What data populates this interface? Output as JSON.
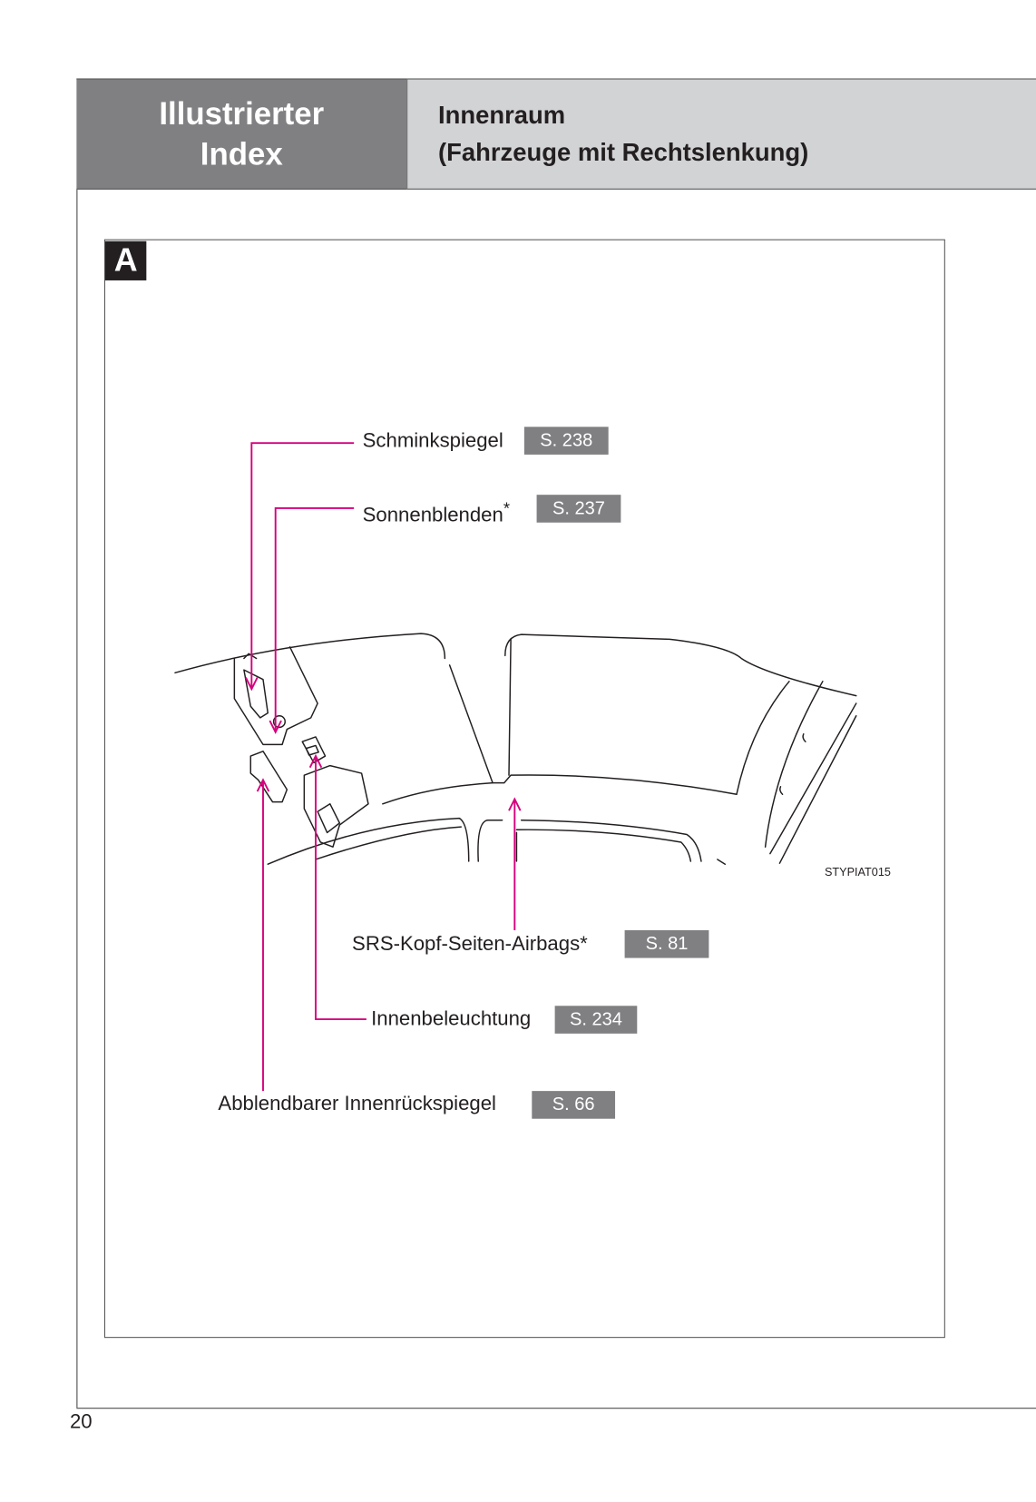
{
  "header": {
    "section_title_line1": "Illustrierter",
    "section_title_line2": "Index",
    "page_title_line1": "Innenraum",
    "page_title_line2": "(Fahrzeuge mit Rechtslenkung)"
  },
  "figure": {
    "section_label": "A",
    "image_code": "STYPIAT015",
    "callouts": [
      {
        "label": "Schminkspiegel",
        "page": "S. 238"
      },
      {
        "label": "Sonnenblenden",
        "asterisk": "*",
        "page": "S. 237"
      },
      {
        "label": "SRS-Kopf-Seiten-Airbags",
        "asterisk": "*",
        "page": "S. 81"
      },
      {
        "label": "Innenbeleuchtung",
        "page": "S. 234"
      },
      {
        "label": "Abblendbarer Innenrückspiegel",
        "page": "S. 66"
      }
    ],
    "leader_color": "#d6007e"
  },
  "footer": {
    "page_number": "20"
  }
}
